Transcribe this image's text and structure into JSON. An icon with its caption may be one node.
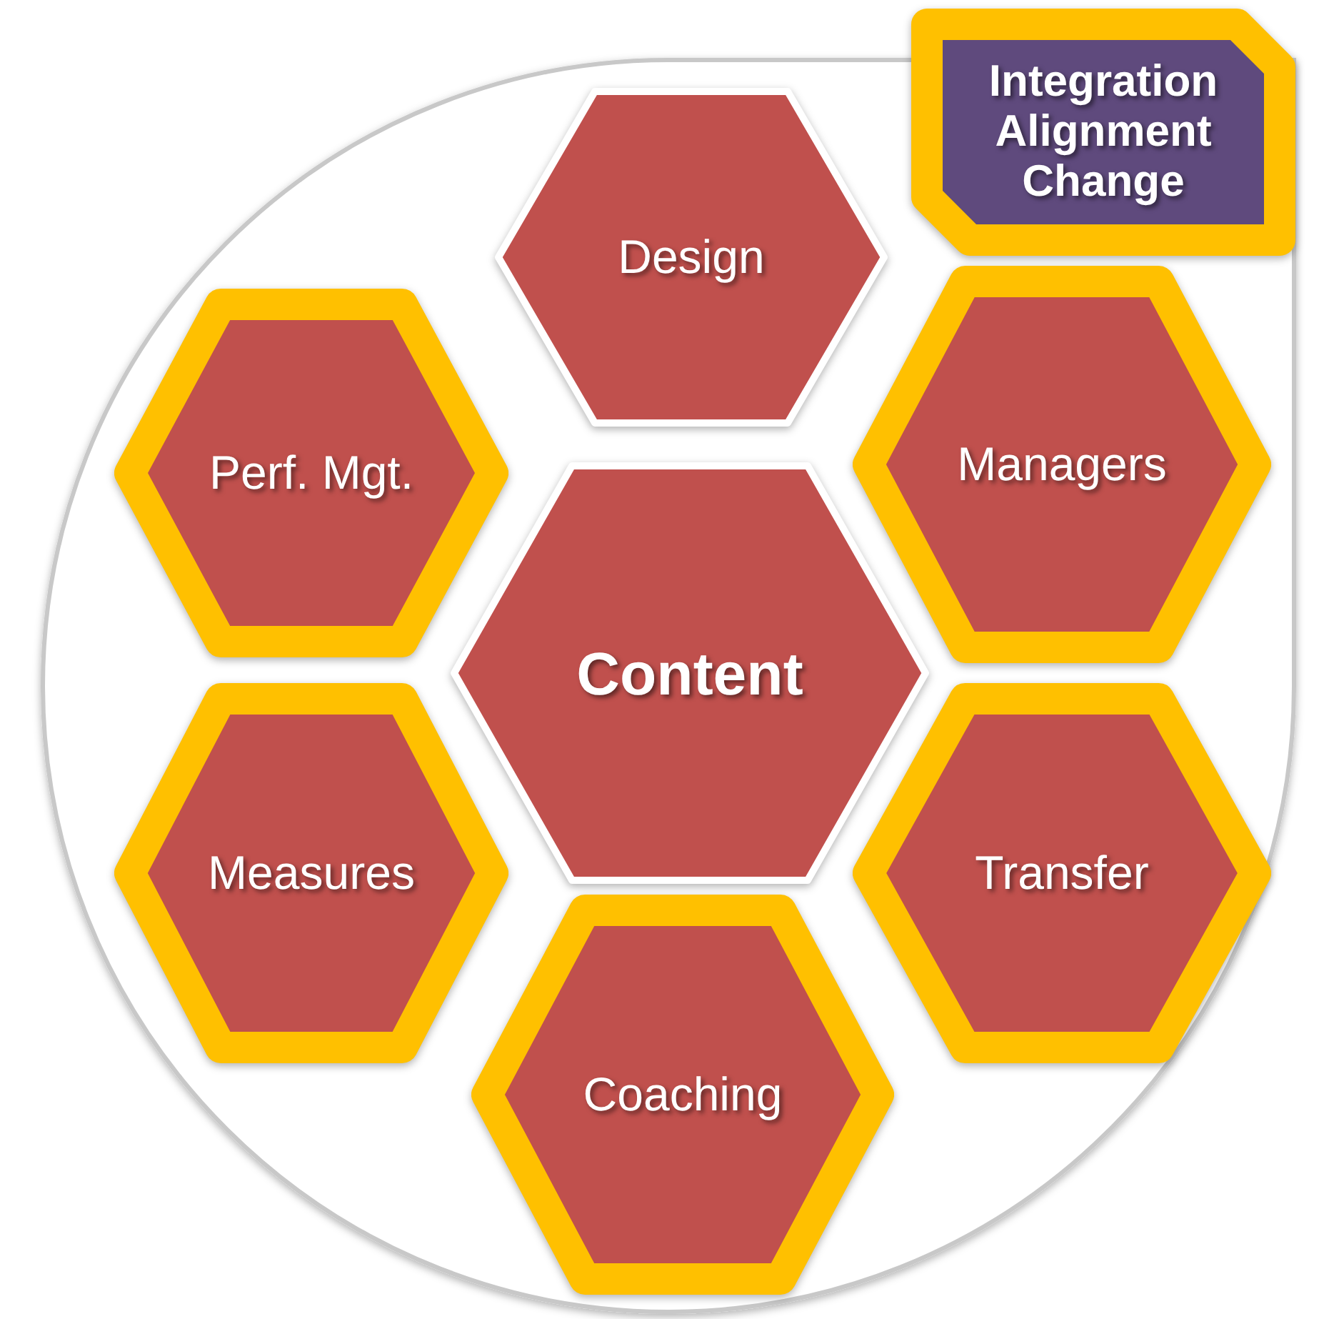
{
  "diagram": {
    "nodes": [
      {
        "text": [
          "Integration Alignment Change"
        ]
      },
      {
        "text": [
          "Design"
        ]
      },
      {
        "text": [
          "Perf. Mgt."
        ]
      },
      {
        "text": [
          "Managers"
        ]
      },
      {
        "text": [
          "Content"
        ]
      },
      {
        "text": [
          "Measures"
        ]
      },
      {
        "text": [
          "Transfer"
        ]
      },
      {
        "text": [
          "Coaching"
        ]
      }
    ]
  }
}
